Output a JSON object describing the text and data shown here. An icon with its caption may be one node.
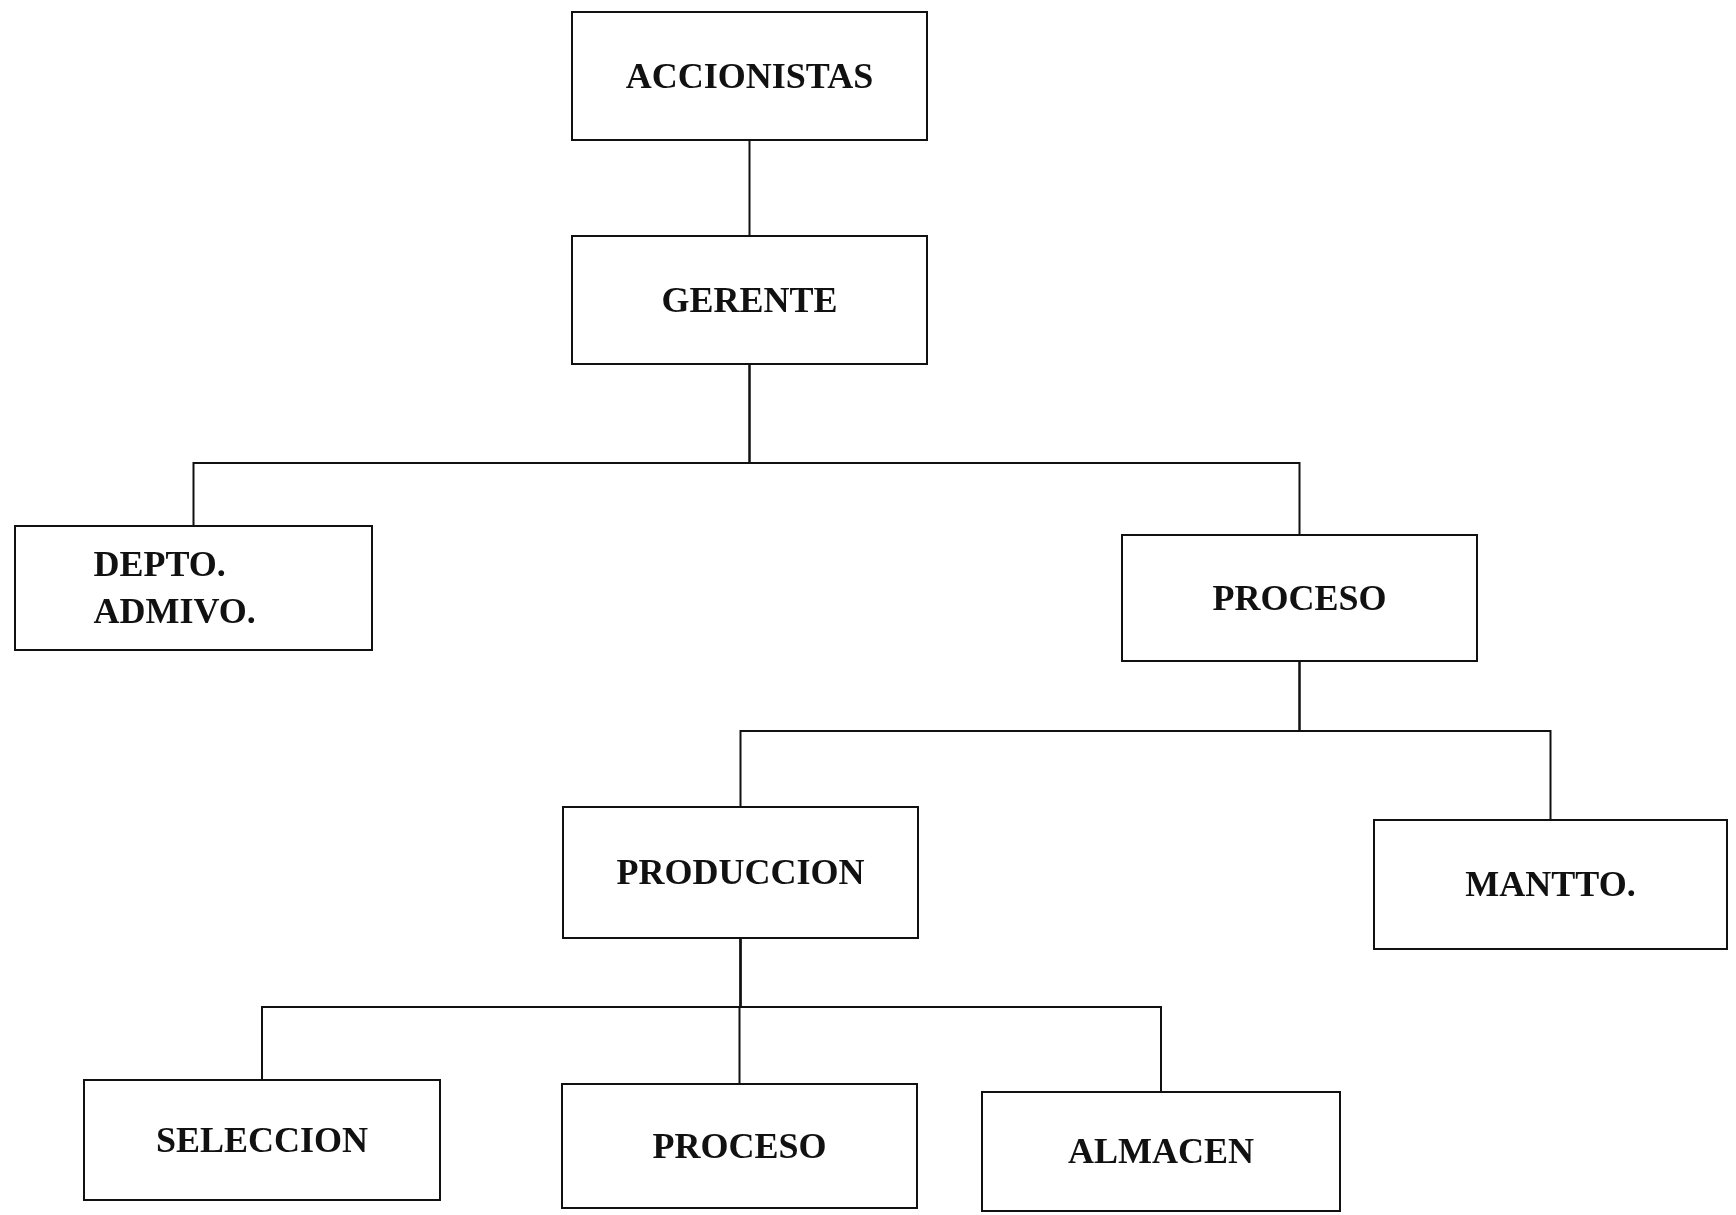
{
  "diagram": {
    "nodes": [
      {
        "text": [
          "ACCIONISTAS"
        ]
      },
      {
        "text": [
          "GERENTE"
        ]
      },
      {
        "text": [
          "DEPTO. ADMIVO."
        ]
      },
      {
        "text": [
          "PROCESO"
        ]
      },
      {
        "text": [
          "PRODUCCION"
        ]
      },
      {
        "text": [
          "MANTTO."
        ]
      },
      {
        "text": [
          "SELECCION"
        ]
      },
      {
        "text": [
          "PROCESO"
        ]
      },
      {
        "text": [
          "ALMACEN"
        ]
      }
    ],
    "edges": [
      {
        "from": 0,
        "to": 1,
        "arrow": "none"
      },
      {
        "from": 1,
        "to": 2,
        "arrow": "none"
      },
      {
        "from": 1,
        "to": 3,
        "arrow": "none"
      },
      {
        "from": 3,
        "to": 4,
        "arrow": "none"
      },
      {
        "from": 3,
        "to": 5,
        "arrow": "none"
      },
      {
        "from": 4,
        "to": 6,
        "arrow": "none"
      },
      {
        "from": 4,
        "to": 7,
        "arrow": "none"
      },
      {
        "from": 4,
        "to": 8,
        "arrow": "none"
      }
    ]
  }
}
